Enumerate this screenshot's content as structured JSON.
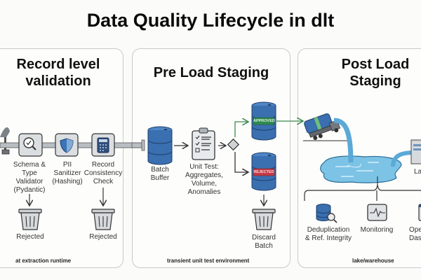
{
  "title": "Data Quality Lifecycle in dlt",
  "stages": [
    {
      "title_line1": "Record level",
      "title_line2": "validation",
      "footer": "at extraction runtime",
      "steps": [
        {
          "label": [
            "Schema &",
            "Type",
            "Validator",
            "(Pydantic)"
          ],
          "icon": "magnifier-check-icon"
        },
        {
          "label": [
            "PII",
            "Sanitizer",
            "(Hashing)"
          ],
          "icon": "shield-icon"
        },
        {
          "label": [
            "Record",
            "Consistency",
            "Check"
          ],
          "icon": "calculator-icon"
        }
      ],
      "rejected_label": "Rejected"
    },
    {
      "title": "Pre Load Staging",
      "footer": "transient unit test environment",
      "batch_label": [
        "Batch",
        "Buffer"
      ],
      "test_label": [
        "Unit Test:",
        "Aggregates,",
        "Volume,",
        "Anomalies"
      ],
      "approved_tag": "APPROVED",
      "rejected_tag": "REJECTED",
      "discard_label": [
        "Discard",
        "Batch"
      ]
    },
    {
      "title_line1": "Post Load",
      "title_line2": "Staging",
      "footer": "lake/warehouse",
      "lake_label": "La",
      "checks": [
        {
          "label": [
            "Deduplication",
            "& Ref. Integrity"
          ],
          "icon": "database-search-icon"
        },
        {
          "label": [
            "Monitoring"
          ],
          "icon": "pulse-monitor-icon"
        },
        {
          "label": [
            "Ope",
            "Das"
          ],
          "icon": "dashboard-icon"
        }
      ]
    }
  ],
  "colors": {
    "barrel_blue": "#3a6fb0",
    "approved_green": "#2f8a4e",
    "rejected_red": "#c33a45",
    "water_blue": "#6fb9de",
    "arrow_green": "#3b8a4d"
  }
}
